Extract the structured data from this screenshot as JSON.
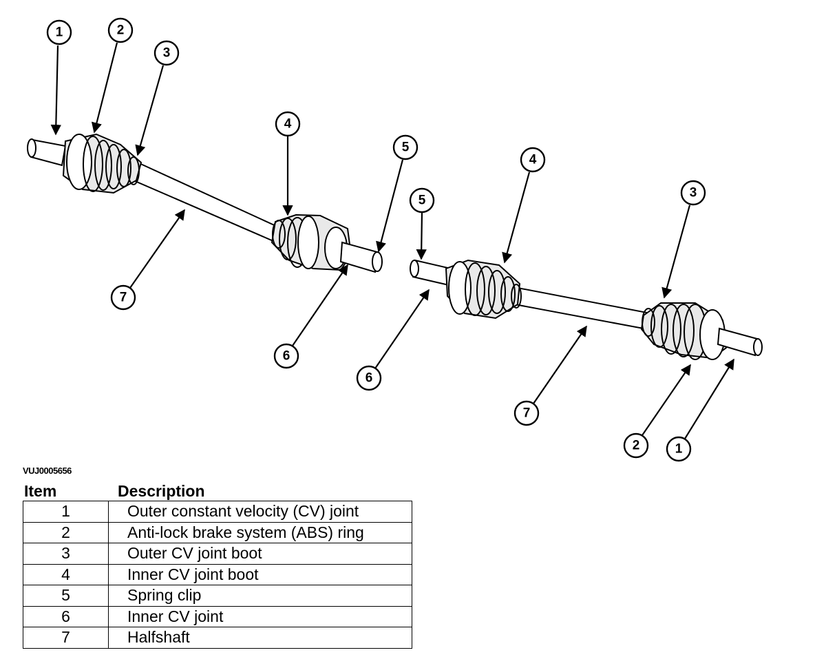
{
  "figure": {
    "code": "VUJ0005656",
    "callouts": [
      "1",
      "2",
      "3",
      "4",
      "5",
      "6",
      "7"
    ]
  },
  "legend": {
    "header_item": "Item",
    "header_description": "Description",
    "rows": [
      {
        "item": "1",
        "description": "Outer constant velocity (CV) joint"
      },
      {
        "item": "2",
        "description": "Anti-lock brake system (ABS) ring"
      },
      {
        "item": "3",
        "description": "Outer CV joint boot"
      },
      {
        "item": "4",
        "description": "Inner CV joint boot"
      },
      {
        "item": "5",
        "description": "Spring clip"
      },
      {
        "item": "6",
        "description": "Inner CV joint"
      },
      {
        "item": "7",
        "description": "Halfshaft"
      }
    ]
  }
}
